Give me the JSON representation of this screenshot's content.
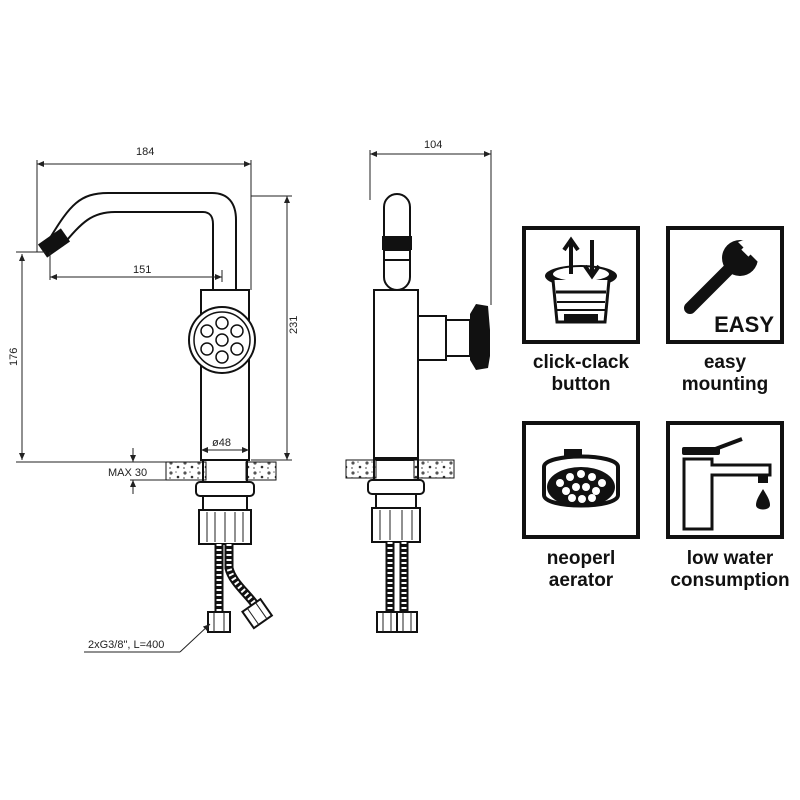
{
  "dimensions": {
    "width_top": "184",
    "side_width": "104",
    "spout_reach": "151",
    "total_height": "231",
    "spout_height": "176",
    "base_diameter": "ø48",
    "max_thickness": "MAX 30",
    "hoses": "2xG3/8\", L=400"
  },
  "features": [
    {
      "icon": "click-clack-drain-icon",
      "line1": "click-clack",
      "line2": "button"
    },
    {
      "icon": "wrench-easy-icon",
      "line1": "easy",
      "line2": "mounting",
      "badge": "EASY"
    },
    {
      "icon": "aerator-icon",
      "line1": "neoperl",
      "line2": "aerator"
    },
    {
      "icon": "faucet-drop-icon",
      "line1": "low water",
      "line2": "consumption"
    }
  ]
}
